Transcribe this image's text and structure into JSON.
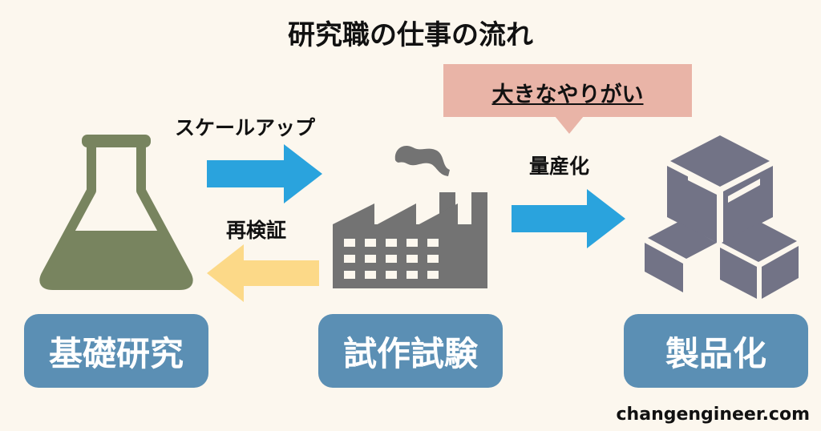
{
  "title": "研究職の仕事の流れ",
  "callout": "大きなやりがい",
  "arrows": {
    "scale_up": "スケールアップ",
    "reverify": "再検証",
    "mass_production": "量産化"
  },
  "stages": [
    "基礎研究",
    "試作試験",
    "製品化"
  ],
  "site": "changengineer.com",
  "colors": {
    "background": "#fcf7ee",
    "blue_arrow": "#2aa3dd",
    "yellow_arrow": "#fcd988",
    "stage_box": "#5b8fb4",
    "callout": "#e9b4a7",
    "flask": "#78845f",
    "factory": "#737373",
    "boxes": "#727386"
  },
  "icons": [
    "flask-icon",
    "factory-icon",
    "boxes-icon"
  ]
}
